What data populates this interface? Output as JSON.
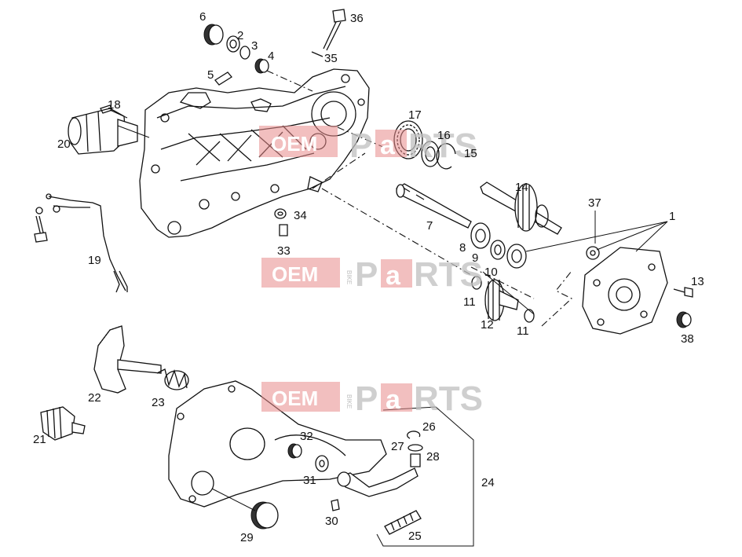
{
  "watermark": {
    "oem": "OEM",
    "bike": "BIKE",
    "p": "P",
    "a": "a",
    "rts": "RTS"
  },
  "callouts": {
    "n1": "1",
    "n2": "2",
    "n3": "3",
    "n4": "4",
    "n5": "5",
    "n6": "6",
    "n7": "7",
    "n8": "8",
    "n9": "9",
    "n10": "10",
    "n11a": "11",
    "n11b": "11",
    "n12": "12",
    "n13": "13",
    "n14": "14",
    "n15": "15",
    "n16": "16",
    "n17": "17",
    "n18": "18",
    "n19": "19",
    "n20": "20",
    "n21": "21",
    "n22": "22",
    "n23": "23",
    "n24": "24",
    "n25": "25",
    "n26": "26",
    "n27": "27",
    "n28": "28",
    "n29": "29",
    "n30": "30",
    "n31": "31",
    "n32": "32",
    "n33": "33",
    "n34": "34",
    "n35": "35",
    "n36": "36",
    "n37": "37",
    "n38": "38"
  }
}
